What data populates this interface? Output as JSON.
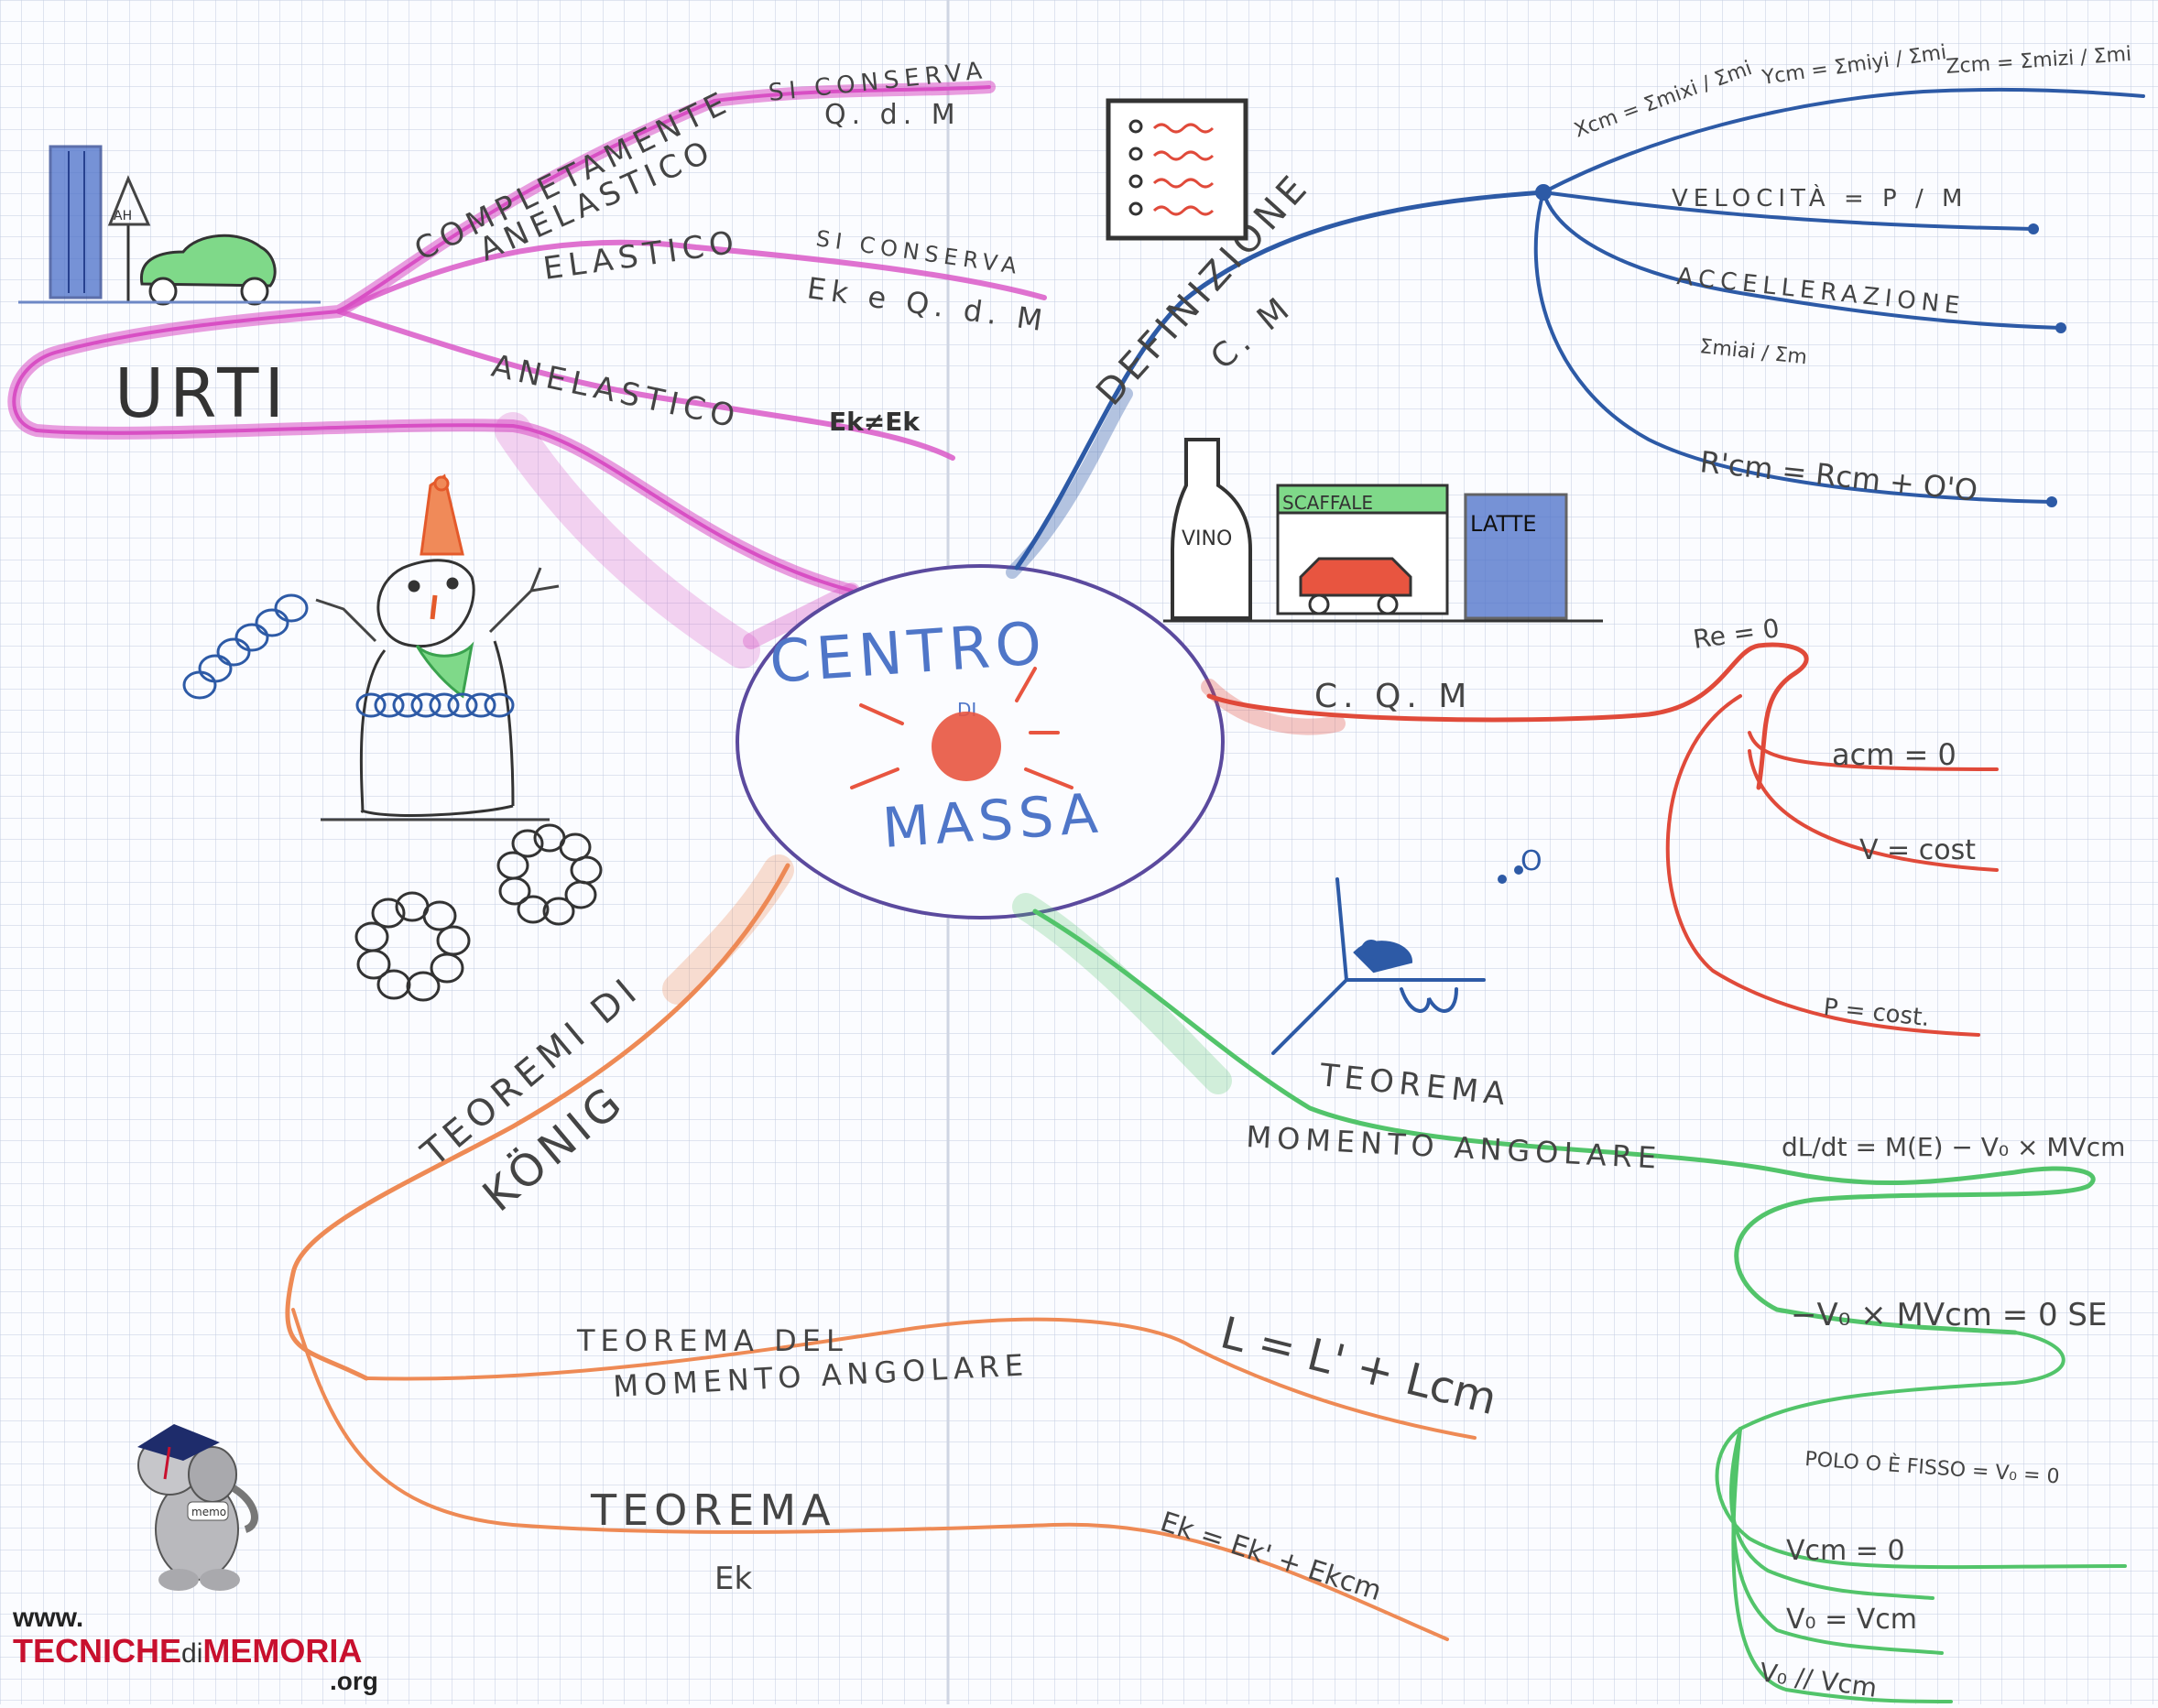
{
  "center": {
    "line1": "CENTRO",
    "line2": "DI",
    "line3": "MASSA"
  },
  "urti": {
    "title": "URTI",
    "compl_line1": "COMPLETAMENTE",
    "compl_line2": "ANELASTICO",
    "compl_note_line1": "SI CONSERVA",
    "compl_note_line2": "Q. d. M",
    "elastico": "ELASTICO",
    "elastico_note_line1": "SI CONSERVA",
    "elastico_note_line2": "Ek e Q. d. M",
    "anelastico": "ANELASTICO",
    "anelastico_note": "Ek≠Ek",
    "sign_label": "AH"
  },
  "definizione": {
    "line1": "DEFINIZIONE",
    "line2": "C. M",
    "xcm": "Xcm = Σmixi / Σmi",
    "ycm": "Ycm = Σmiyi / Σmi",
    "zcm": "Zcm = Σmizi / Σmi",
    "velocita": "VELOCITÀ = P / M",
    "accel": "ACCELLERAZIONE",
    "accel_formula": "Σmiai / Σm",
    "rcm": "R'cm = Rcm + O'O"
  },
  "cqm": {
    "title": "C. Q. M",
    "re": "Re = 0",
    "acm": "acm = 0",
    "v": "V = cost",
    "p": "P = cost."
  },
  "momento": {
    "line1": "TEOREMA",
    "line2": "MOMENTO ANGOLARE",
    "formula": "dL/dt = M(E) − V₀ × MVcm",
    "cond": "−V₀ × MVcm = 0 SE",
    "polo": "POLO O È FISSO = V₀ = 0",
    "vcm": "Vcm = 0",
    "vo_vcm": "V₀ = Vcm",
    "vo_par": "V₀ // Vcm"
  },
  "konig": {
    "line1": "TEOREMI DI",
    "line2": "KÖNIG",
    "t1_line1": "TEOREMA DEL",
    "t1_line2": "MOMENTO ANGOLARE",
    "t1_formula": "L = L' + Lcm",
    "t2_line1": "TEOREMA",
    "t2_line2": "Ek",
    "t2_formula": "Ek = Ek' + Ekcm"
  },
  "drawings": {
    "vino": "VINO",
    "latte": "LATTE",
    "scaffale": "SCAFFALE",
    "dot_o": "O"
  },
  "logo": {
    "www": "www.",
    "brand_a": "TECNICHE",
    "brand_di": "di",
    "brand_b": "MEMORIA",
    "org": ".org",
    "badge": "memo"
  },
  "colors": {
    "grid": "#b9c4da",
    "pink": "#d84fc4",
    "blue": "#2d5aa6",
    "red": "#e04a3a",
    "orange": "#ee8a55",
    "green": "#52c46a",
    "ink": "#444444"
  }
}
